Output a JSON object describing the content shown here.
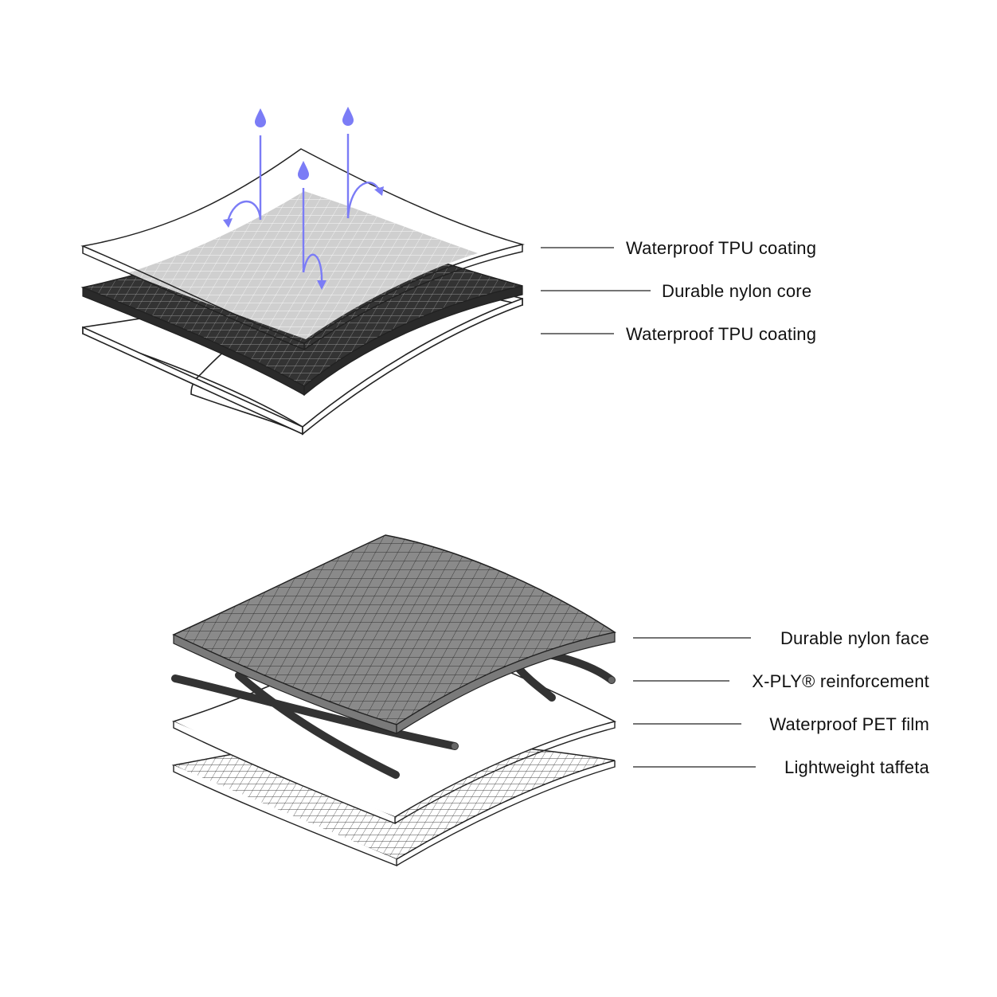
{
  "diagram_top": {
    "layers": [
      {
        "label": "Waterproof TPU coating"
      },
      {
        "label": "Durable nylon core"
      },
      {
        "label": "Waterproof TPU coating"
      }
    ],
    "moisture_color": "#7b7cf6"
  },
  "diagram_bottom": {
    "layers": [
      {
        "label": "Durable nylon face"
      },
      {
        "label": "X-PLY® reinforcement"
      },
      {
        "label": "Waterproof PET film"
      },
      {
        "label": "Lightweight taffeta"
      }
    ]
  },
  "colors": {
    "line": "#222222",
    "nylon_core": "#333333",
    "grid_light": "#cfcfcf",
    "nylon_face": "#8a8a8a",
    "reinforcement": "#333333"
  }
}
